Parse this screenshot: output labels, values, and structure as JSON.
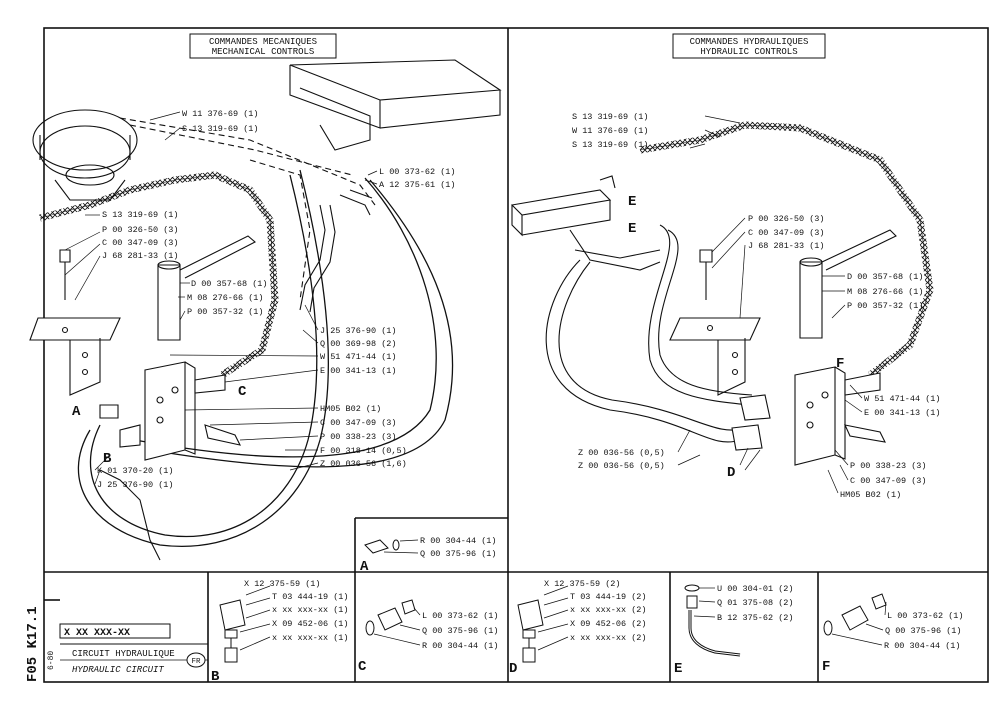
{
  "left_panel": {
    "title_fr": "COMMANDES MECANIQUES",
    "title_en": "MECHANICAL CONTROLS",
    "parts": [
      "W 11 376-69 (1)",
      "S 13 319-69 (1)",
      "L 00 373-62 (1)",
      "A 12 375-61 (1)",
      "S 13 319-69 (1)",
      "P 00 326-50 (3)",
      "C 00 347-09 (3)",
      "J 68 281-33 (1)",
      "D 00 357-68 (1)",
      "M 08 276-66 (1)",
      "P 00 357-32 (1)",
      "J 25 376-90 (1)",
      "Q 00 369-98 (2)",
      "W 51 471-44 (1)",
      "E 00 341-13 (1)",
      "HM05 B02 (1)",
      "C 00 347-09 (3)",
      "P 00 338-23 (3)",
      "F 00 318-14 (0,5)",
      "Z 00 036-56 (1,6)",
      "K 01 370-20 (1)",
      "J 25 376-90 (1)"
    ],
    "callouts": [
      "A",
      "B",
      "C"
    ]
  },
  "right_panel": {
    "title_fr": "COMMANDES HYDRAULIQUES",
    "title_en": "HYDRAULIC CONTROLS",
    "parts": [
      "S 13 319-69 (1)",
      "W 11 376-69 (1)",
      "S 13 319-69 (1)",
      "P 00 326-50 (3)",
      "C 00 347-09 (3)",
      "J 68 281-33 (1)",
      "D 00 357-68 (1)",
      "M 08 276-66 (1)",
      "P 00 357-32 (1)",
      "W 51 471-44 (1)",
      "E 00 341-13 (1)",
      "Z 00 036-56 (0,5)",
      "Z 00 036-56 (0,5)",
      "P 00 338-23 (3)",
      "C 00 347-09 (3)",
      "HM05 B02 (1)"
    ],
    "callouts": [
      "E",
      "E",
      "F",
      "D"
    ]
  },
  "detail_A": {
    "letter": "A",
    "parts": [
      "R 00 304-44 (1)",
      "Q 00 375-96 (1)"
    ]
  },
  "detail_B": {
    "letter": "B",
    "parts": [
      "X 12 375-59 (1)",
      "T 03 444-19 (1)",
      "x xx xxx-xx (1)",
      "X 09 452-06 (1)",
      "x xx xxx-xx (1)"
    ]
  },
  "detail_C": {
    "letter": "C",
    "parts": [
      "L 00 373-62 (1)",
      "Q 00 375-96 (1)",
      "R 00 304-44 (1)"
    ]
  },
  "detail_D": {
    "letter": "D",
    "parts": [
      "X 12 375-59 (2)",
      "T 03 444-19 (2)",
      "x xx xxx-xx (2)",
      "X 09 452-06 (2)",
      "x xx xxx-xx (2)"
    ]
  },
  "detail_E": {
    "letter": "E",
    "parts": [
      "U 00 304-01 (2)",
      "Q 01 375-08 (2)",
      "B 12 375-62 (2)"
    ]
  },
  "detail_F": {
    "letter": "F",
    "parts": [
      "L 00 373-62 (1)",
      "Q 00 375-96 (1)",
      "R 00 304-44 (1)"
    ]
  },
  "title_block": {
    "sheet_code": "F05 K17.1",
    "date": "6-80",
    "ref": "X XX XXX-XX",
    "title_fr": "CIRCUIT HYDRAULIQUE",
    "title_en": "HYDRAULIC CIRCUIT",
    "lang": "FR"
  }
}
